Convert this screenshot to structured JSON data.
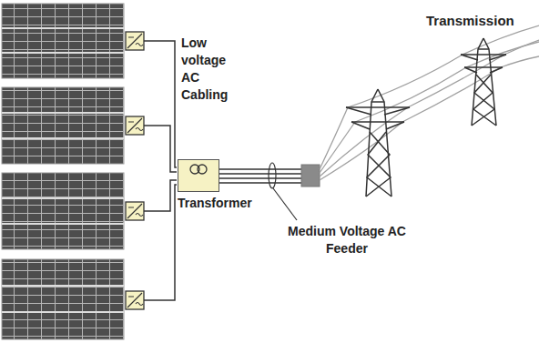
{
  "diagram": {
    "nodes": [
      {
        "text": [
          "Transformer"
        ]
      }
    ],
    "labels": [
      "Low voltage AC Cabling",
      "Medium Voltage AC Feeder",
      "Transmission"
    ]
  }
}
